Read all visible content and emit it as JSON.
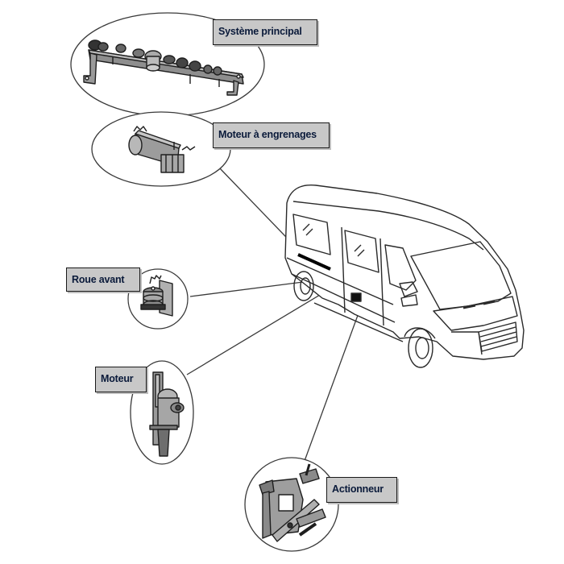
{
  "diagram": {
    "subject": "van-sliding-door-system",
    "components": [
      {
        "id": "main-system",
        "label": "Système principal",
        "icon": "rail-mechanism-icon"
      },
      {
        "id": "gear-motor",
        "label": "Moteur à engrenages",
        "icon": "gear-motor-icon"
      },
      {
        "id": "front-wheel",
        "label": "Roue avant",
        "icon": "roller-wheel-icon"
      },
      {
        "id": "motor",
        "label": "Moteur",
        "icon": "motor-icon"
      },
      {
        "id": "actuator",
        "label": "Actionneur",
        "icon": "actuator-icon"
      }
    ],
    "colors": {
      "label_fill": "#c8c8c8",
      "label_text": "#0a1a3a",
      "line": "#3a3a3a",
      "part_fill": "#9a9a9a",
      "part_dark": "#2a2a2a"
    }
  }
}
